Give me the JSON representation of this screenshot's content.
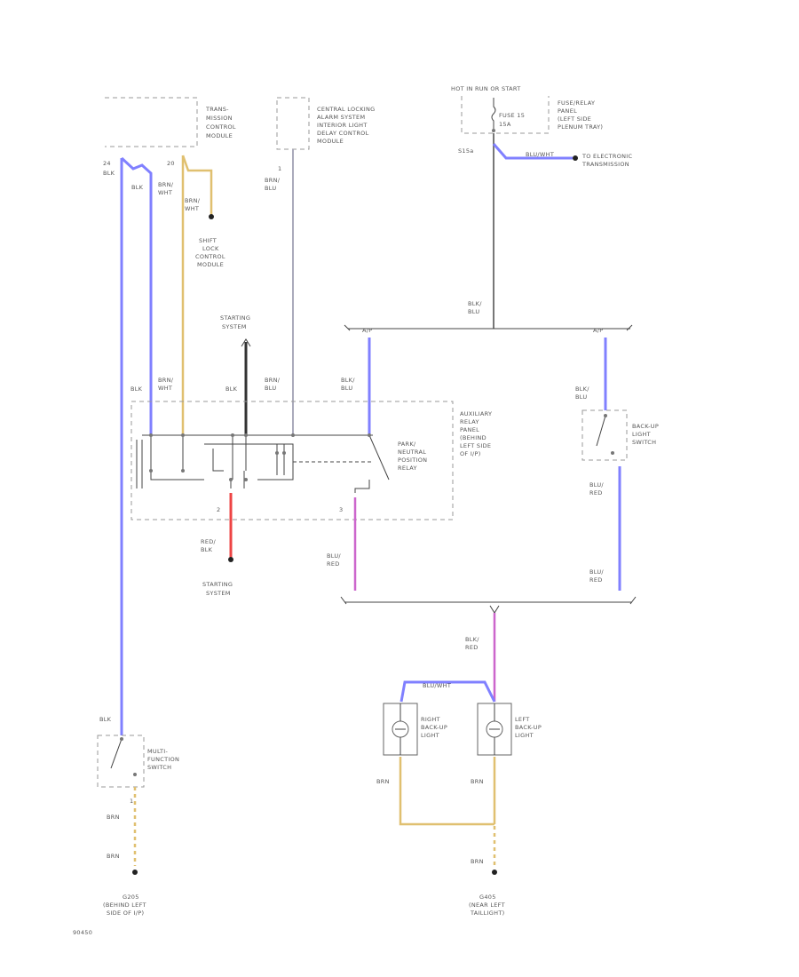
{
  "tcm": {
    "lines": [
      "TRANS-",
      "MISSION",
      "CONTROL",
      "MODULE"
    ]
  },
  "central_locking": {
    "lines": [
      "CENTRAL LOCKING",
      "ALARM SYSTEM",
      "INTERIOR LIGHT",
      "DELAY CONTROL",
      "MODULE"
    ]
  },
  "hot_label": "HOT IN RUN OR START",
  "fuse": {
    "lines": [
      "FUSE 15",
      "15A"
    ],
    "panel_lines": [
      "FUSE/RELAY",
      "PANEL",
      "(LEFT SIDE",
      "PLENUM TRAY)"
    ]
  },
  "conn_s15a": "S15a",
  "blu_wht_label": "BLU/WHT",
  "to_electronic_trans": {
    "lines": [
      "TO ELECTRONIC",
      "TRANSMISSION"
    ]
  },
  "pin_24": "24",
  "pin_20": "20",
  "pin_1": "1",
  "pin_2": "2",
  "pin_3": "3",
  "wire_blk": "BLK",
  "wire_brn_wht": [
    "BRN/",
    "WHT"
  ],
  "wire_brn_blu": [
    "BRN/",
    "BLU"
  ],
  "wire_blk_blu": [
    "BLK/",
    "BLU"
  ],
  "wire_blk_red": [
    "BLK/",
    "RED"
  ],
  "wire_blu_red": [
    "BLU/",
    "RED"
  ],
  "wire_red_blk": [
    "RED/",
    "BLK"
  ],
  "wire_brn": "BRN",
  "shift_lock": {
    "lines": [
      "SHIFT",
      "LOCK",
      "CONTROL",
      "MODULE"
    ]
  },
  "starting_system_top": {
    "lines": [
      "STARTING",
      "SYSTEM"
    ]
  },
  "starting_system_bottom": {
    "lines": [
      "STARTING",
      "SYSTEM"
    ]
  },
  "ap_label": "A/P",
  "aux_relay": {
    "lines": [
      "AUXILIARY",
      "RELAY",
      "PANEL",
      "(BEHIND",
      "LEFT SIDE",
      "OF I/P)"
    ]
  },
  "park_neutral": {
    "lines": [
      "PARK/",
      "NEUTRAL",
      "POSITION",
      "RELAY"
    ]
  },
  "backup_switch": {
    "lines": [
      "BACK-UP",
      "LIGHT",
      "SWITCH"
    ]
  },
  "multi_switch": {
    "lines": [
      "MULTI-",
      "FUNCTION",
      "SWITCH"
    ]
  },
  "right_backup": {
    "lines": [
      "RIGHT",
      "BACK-UP",
      "LIGHT"
    ]
  },
  "left_backup": {
    "lines": [
      "LEFT",
      "BACK-UP",
      "LIGHT"
    ]
  },
  "ground_left": {
    "lines": [
      "G205",
      "(BEHIND LEFT",
      "SIDE OF I/P)"
    ]
  },
  "ground_right": {
    "lines": [
      "G405",
      "(NEAR LEFT",
      "TAILLIGHT)"
    ]
  },
  "footer_code": "90450"
}
